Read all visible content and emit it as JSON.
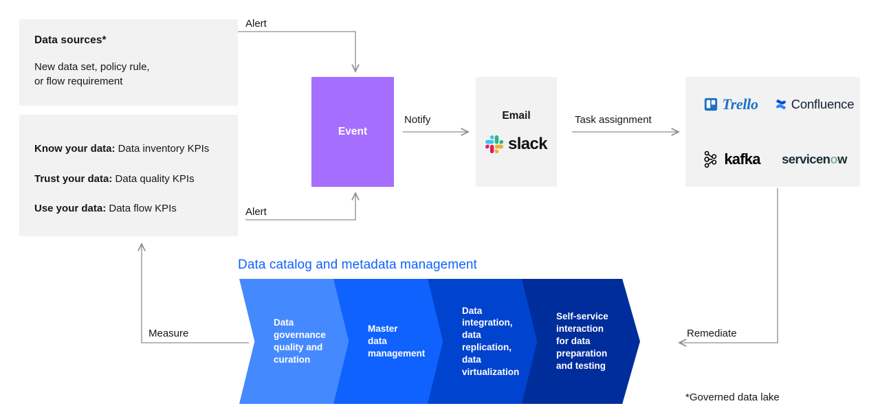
{
  "panels": {
    "sources": {
      "title": "Data sources*",
      "body_line1": "New data set, policy rule,",
      "body_line2": "or flow requirement"
    },
    "kpis": [
      {
        "bold": "Know your data:",
        "rest": " Data inventory KPIs"
      },
      {
        "bold": "Trust your data:",
        "rest": " Data quality KPIs"
      },
      {
        "bold": "Use your data:",
        "rest": " Data flow KPIs"
      }
    ]
  },
  "event": {
    "label": "Event",
    "color": "#a56eff"
  },
  "email": {
    "label": "Email",
    "slack_label": "slack"
  },
  "tools": {
    "items": [
      {
        "name": "Trello",
        "icon": "trello-icon"
      },
      {
        "name": "Confluence",
        "icon": "confluence-icon"
      },
      {
        "name": "kafka",
        "icon": "kafka-icon"
      },
      {
        "name": "servicenow",
        "icon": "servicenow-icon"
      }
    ]
  },
  "pipeline": {
    "title": "Data catalog and metadata management",
    "title_color": "#0f62fe",
    "stages": [
      {
        "label": "Data\ngovernance\nquality and\ncuration",
        "color": "#4589ff"
      },
      {
        "label": "Master\ndata\nmanagement",
        "color": "#0f62fe"
      },
      {
        "label": "Data\nintegration,\ndata\nreplication,\ndata\nvirtualization",
        "color": "#0043ce"
      },
      {
        "label": "Self-service\ninteraction\nfor data\npreparation\nand testing",
        "color": "#002d9c"
      }
    ]
  },
  "connectors": {
    "alert_top": "Alert",
    "alert_bottom": "Alert",
    "notify": "Notify",
    "task_assignment": "Task assignment",
    "remediate": "Remediate",
    "measure": "Measure"
  },
  "footnote": "*Governed data lake"
}
